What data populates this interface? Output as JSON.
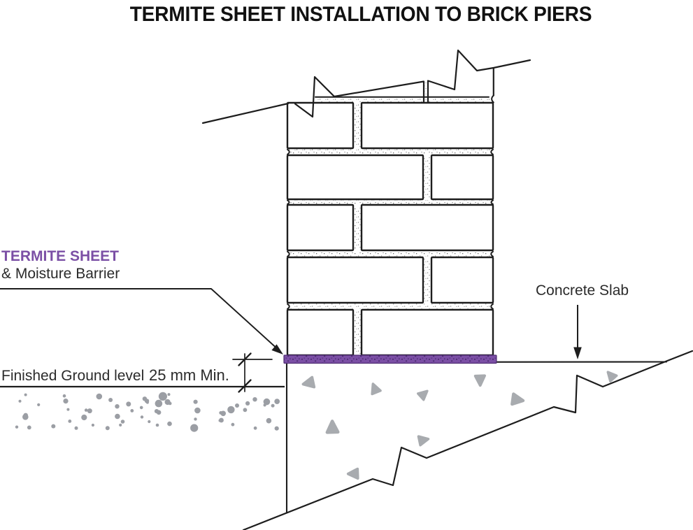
{
  "title": "TERMITE SHEET INSTALLATION TO BRICK PIERS",
  "labels": {
    "termite_sheet_line1": "TERMITE SHEET",
    "termite_sheet_line2": "& Moisture Barrier",
    "finished_ground": "Finished Ground level",
    "min_clearance": "25 mm Min.",
    "concrete_slab": "Concrete Slab"
  },
  "colors": {
    "termite_sheet": "#7B4FA5",
    "termite_sheet_speckle": "#4A2A6E",
    "line": "#1d1d1d",
    "text": "#2b2b2b",
    "gravel": "#9B9EA4",
    "aggregate": "#A8ABAF"
  }
}
